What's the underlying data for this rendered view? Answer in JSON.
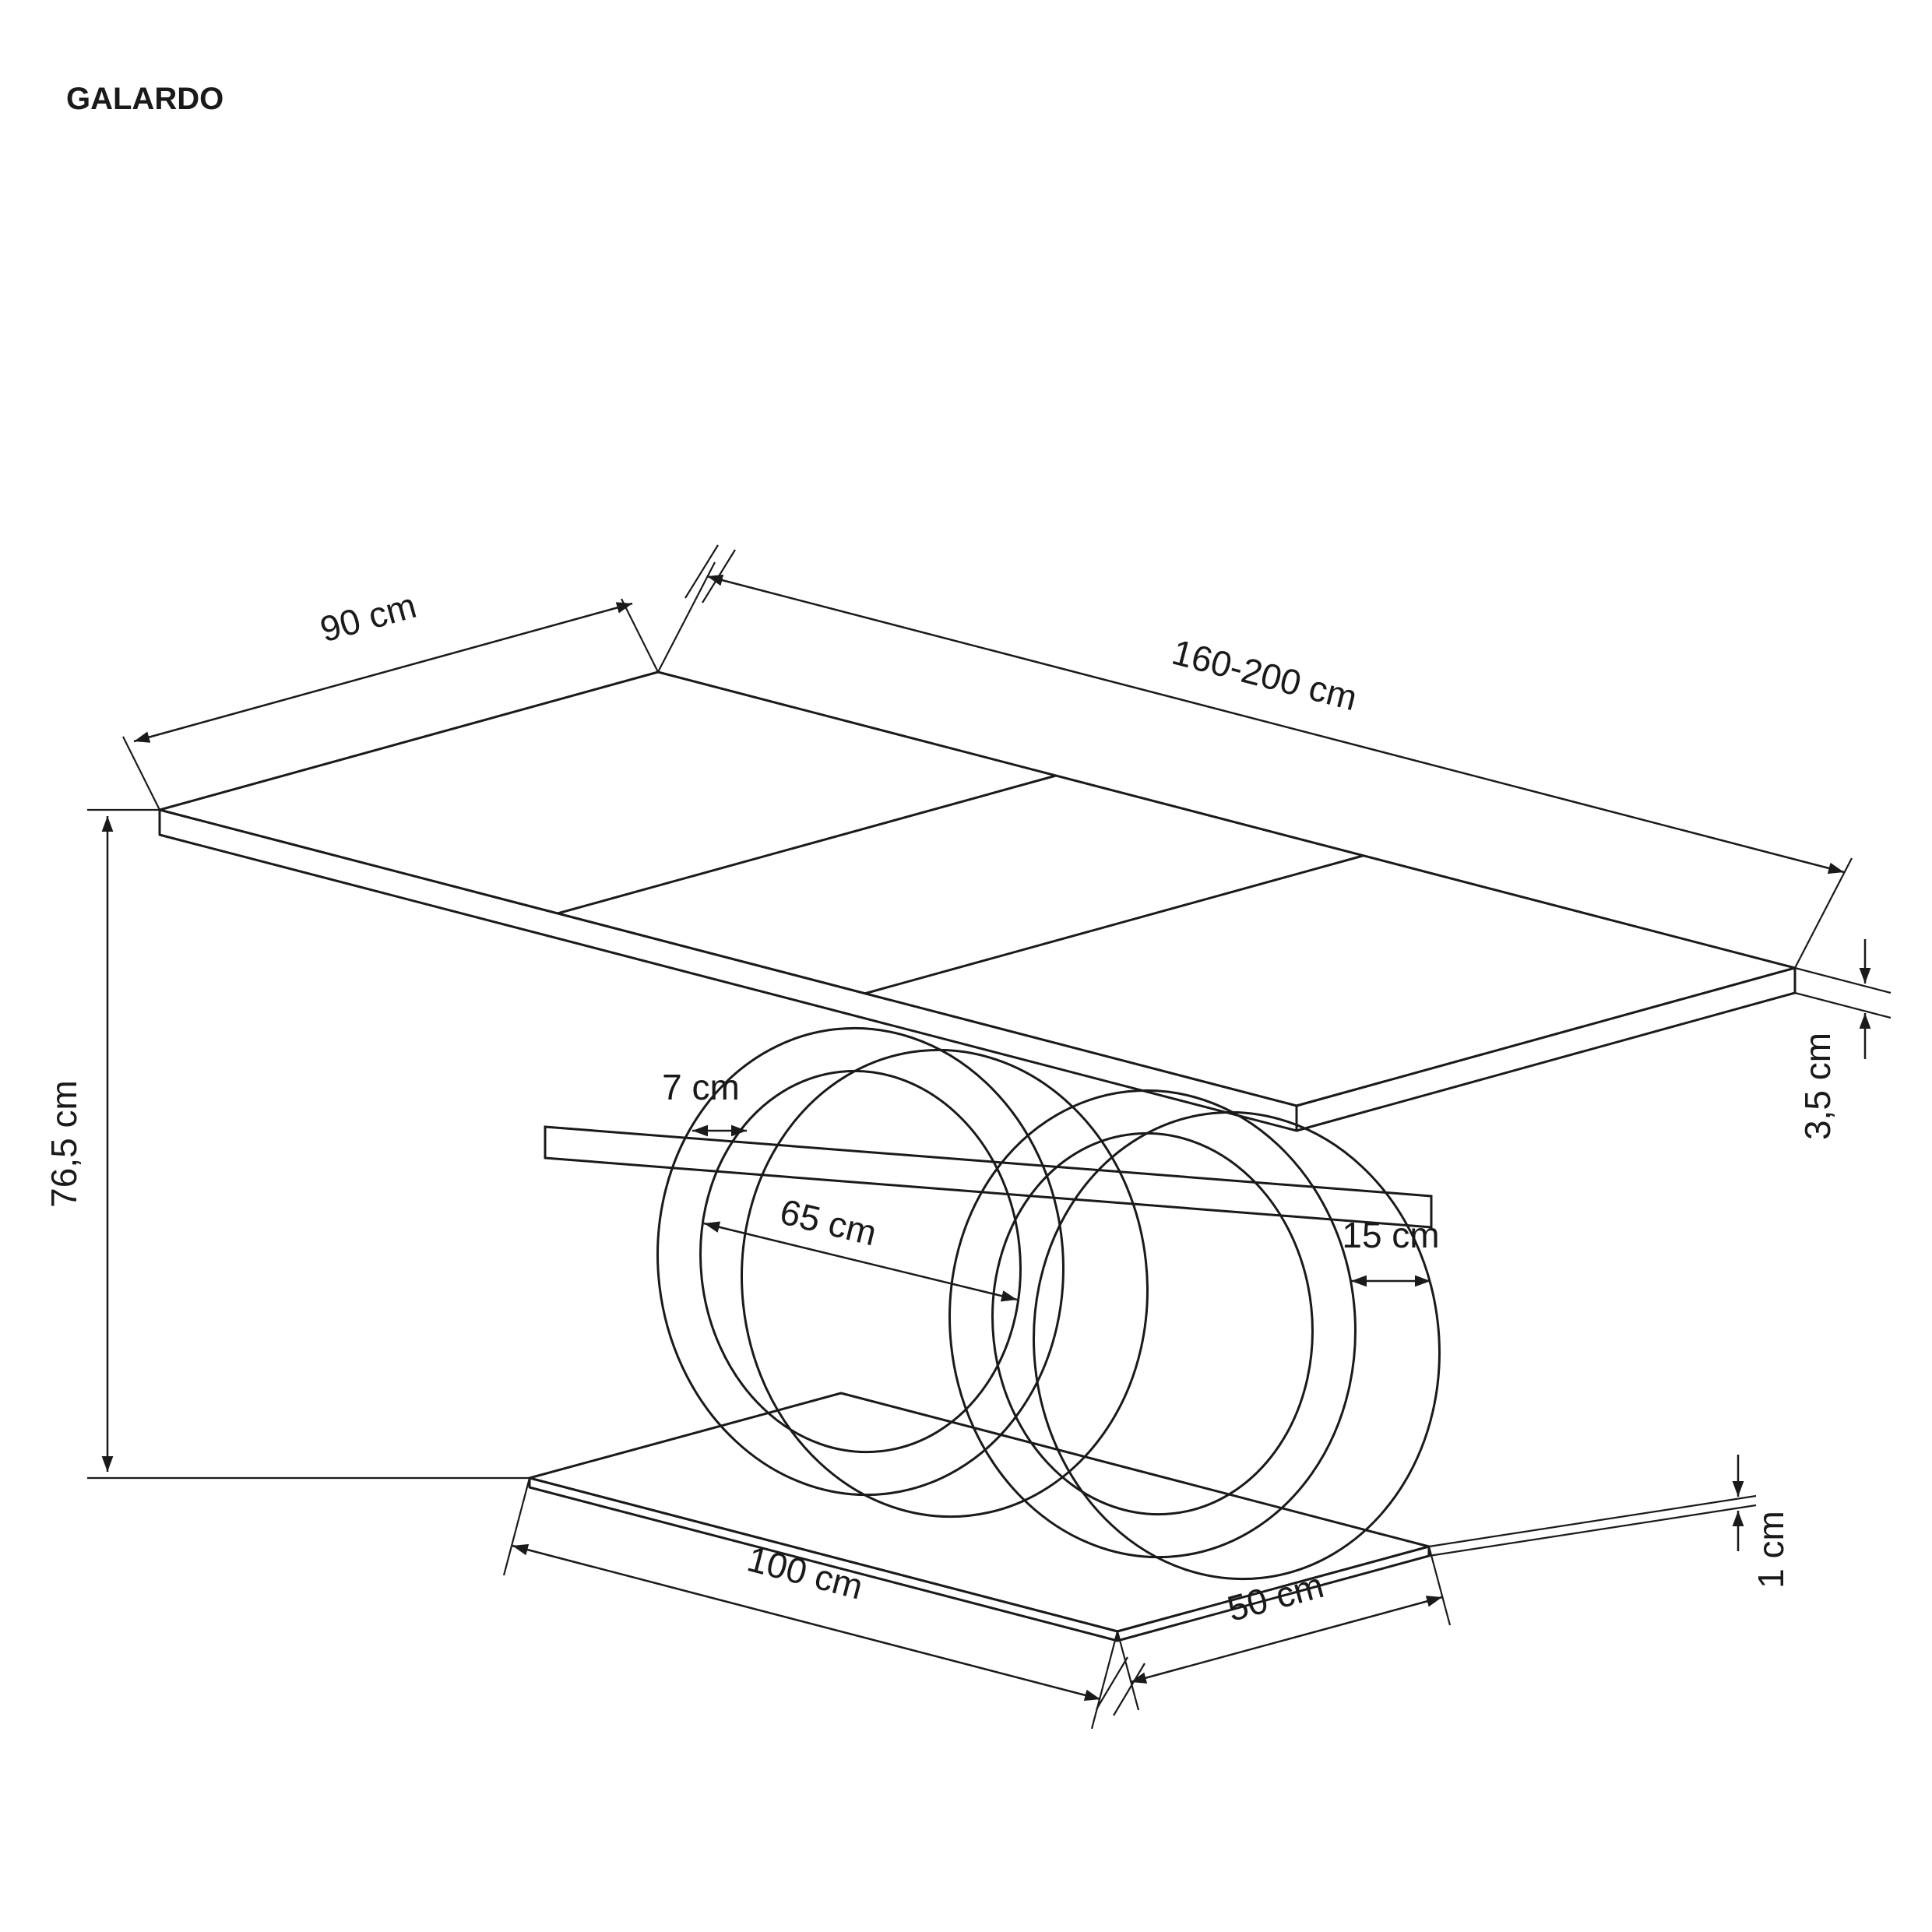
{
  "title": "GALARDO",
  "colors": {
    "line": "#1a1a1a",
    "background": "#ffffff"
  },
  "dimensions": {
    "top_width": "90 cm",
    "top_length": "160-200 cm",
    "height": "76,5 cm",
    "top_thickness": "3,5 cm",
    "ring_band_width": "7 cm",
    "ring_inner_diameter": "65 cm",
    "ring_depth": "15 cm",
    "base_length": "100 cm",
    "base_depth": "50 cm",
    "base_thickness": "1 cm"
  }
}
